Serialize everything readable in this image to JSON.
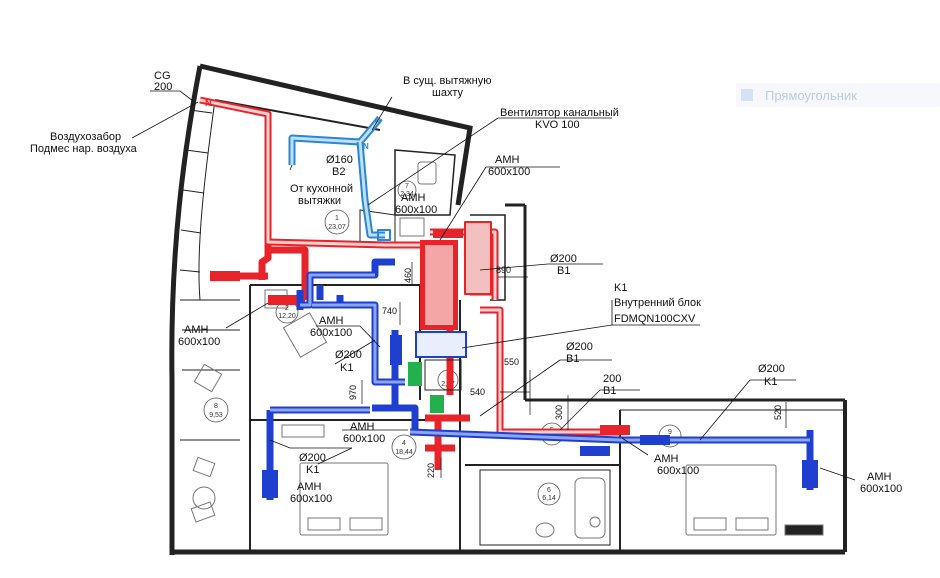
{
  "ghost_tool": {
    "label": "Прямоугольник"
  },
  "labels": {
    "cg": "CG",
    "cg_size": "200",
    "air_intake": "Воздухозабор",
    "air_mix": "Подмес нар. воздуха",
    "to_shaft_1": "В сущ. вытяжную",
    "to_shaft_2": "шахту",
    "fan_1": "Вентилятор канальный",
    "fan_2": "KVO 100",
    "d160": "Ø160",
    "b2": "B2",
    "kitchen_1": "От кухонной",
    "kitchen_2": "вытяжки",
    "amn": "АМН",
    "amn_size": "600x100",
    "d200": "Ø200",
    "b1": "B1",
    "k1": "K1",
    "indoor_1": "Внутренний блок",
    "indoor_2": "FDMQN100CXV",
    "d200_plain": "200",
    "n": "N"
  },
  "dims": {
    "d890": "890",
    "d740": "740",
    "d460": "460",
    "d970": "970",
    "d550": "550",
    "d540": "540",
    "d300": "300",
    "d220": "220",
    "d520": "520"
  },
  "rooms": [
    {
      "num": "1",
      "area": "23,07"
    },
    {
      "num": "7",
      "area": "2,34"
    },
    {
      "num": "2",
      "area": "12,20"
    },
    {
      "num": "3",
      "area": "2,27"
    },
    {
      "num": "4",
      "area": "18,44"
    },
    {
      "num": "8",
      "area": "9,53"
    },
    {
      "num": "5",
      "area": "10,51"
    },
    {
      "num": "6",
      "area": "6,14"
    },
    {
      "num": "9",
      "area": "10,91"
    }
  ],
  "colors": {
    "supply": "#e8232a",
    "supply_light": "#f4a6a6",
    "return": "#1f3fd1",
    "return_light": "#8ea6f2",
    "kitchen": "#2a86d6",
    "walls": "#222222",
    "furniture": "#777777",
    "unit_green": "#22b14c"
  }
}
